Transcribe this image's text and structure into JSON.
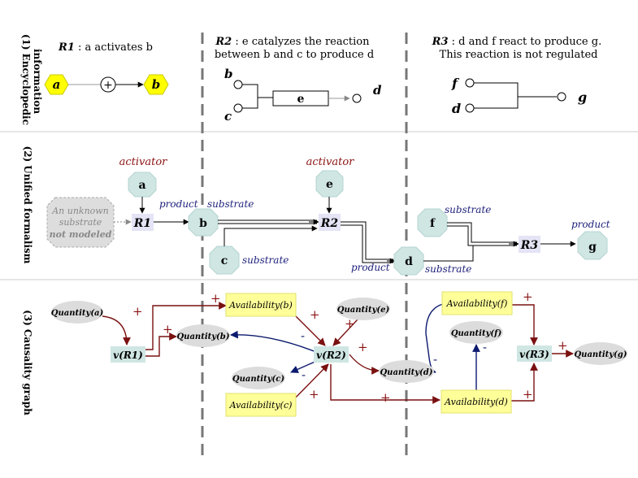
{
  "sections": [
    {
      "number": "(1)",
      "title_lines": [
        "Encyclopedic",
        "information"
      ]
    },
    {
      "number": "(2)",
      "title_lines": [
        "Unified formalism"
      ]
    },
    {
      "number": "(3)",
      "title_lines": [
        "Causality graph"
      ]
    }
  ],
  "encyclopedic": {
    "r1": {
      "label": "R1",
      "text_lines": [
        " : a activates b"
      ]
    },
    "r2": {
      "label": "R2",
      "text_lines": [
        " : e catalyzes the reaction",
        "between b and c to produce d"
      ]
    },
    "r3": {
      "label": "R3",
      "text_lines": [
        " : d and f react to produce g.",
        "This reaction is not regulated"
      ]
    },
    "r1_nodes": {
      "a": "a",
      "b": "b",
      "plus": "+"
    },
    "r2_nodes": {
      "b": "b",
      "c": "c",
      "e": "e",
      "d": "d"
    },
    "r3_nodes": {
      "f": "f",
      "d": "d",
      "g": "g"
    }
  },
  "unified": {
    "activator_a": "activator",
    "activator_e": "activator",
    "nodes": {
      "a": "a",
      "b": "b",
      "c": "c",
      "e": "e",
      "d": "d",
      "f": "f",
      "g": "g"
    },
    "reactions": {
      "r1": "R1",
      "r2": "R2",
      "r3": "R3"
    },
    "unknown_lines": [
      "An unknown",
      "substrate",
      "not modeled"
    ],
    "role_labels": {
      "product_r1": "product",
      "substrate_b": "substrate",
      "substrate_c": "substrate",
      "product_d": "product",
      "substrate_f": "substrate",
      "substrate_d": "substrate",
      "product_g": "product"
    }
  },
  "causality": {
    "nodes": {
      "quantity_a": "Quantity(a)",
      "quantity_b": "Quantity(b)",
      "quantity_c": "Quantity(c)",
      "quantity_d": "Quantity(d)",
      "quantity_e": "Quantity(e)",
      "quantity_f": "Quantity(f)",
      "quantity_g": "Quantity(g)",
      "availability_b": "Availability(b)",
      "availability_c": "Availability(c)",
      "availability_d": "Availability(d)",
      "availability_f": "Availability(f)",
      "v_r1": "v(R1)",
      "v_r2": "v(R2)",
      "v_r3": "v(R3)"
    },
    "signs": {
      "plus": "+",
      "minus": "-"
    }
  },
  "colors": {
    "red_arrow": "#7a1010",
    "blue_arrow": "#0c1a6e",
    "label_red": "#8b1111",
    "label_blue": "#1c1f7a",
    "hex_yellow": "#ffff00",
    "octagon_teal": "#cfe6e3",
    "reaction_box": "#e4e4f6",
    "quantity_ellipse": "#dcdcdc",
    "availability_box": "#ffff99",
    "dashed_divider": "#777777"
  }
}
